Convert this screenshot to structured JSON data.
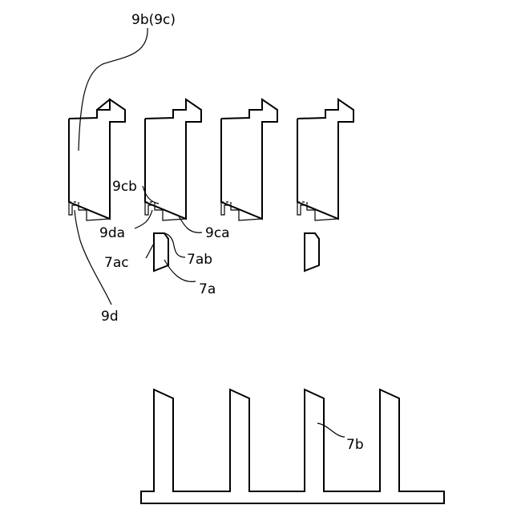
{
  "labels": {
    "top": "9b(9c)",
    "l9cb": "9cb",
    "l9da": "9da",
    "l9ca": "9ca",
    "l7ac": "7ac",
    "l7ab": "7ab",
    "l7a": "7a",
    "l9d": "9d",
    "l7b": "7b"
  }
}
